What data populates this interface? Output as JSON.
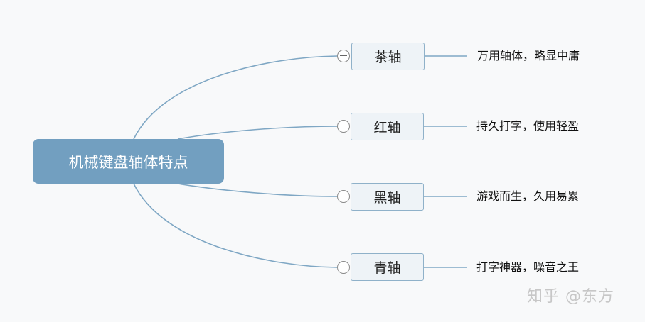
{
  "root": {
    "label": "机械键盘轴体特点"
  },
  "branches": [
    {
      "label": "茶轴",
      "note": "万用轴体，略显中庸"
    },
    {
      "label": "红轴",
      "note": "持久打字，使用轻盈"
    },
    {
      "label": "黑轴",
      "note": "游戏而生，久用易累"
    },
    {
      "label": "青轴",
      "note": "打字神器，噪音之王"
    }
  ],
  "watermark": "知乎 @东方",
  "colors": {
    "root_fill": "#729fc0",
    "branch_fill": "#eef3f7",
    "branch_border": "#8fb1c9",
    "connector": "#7fa7c4",
    "background": "#f8f9fa"
  },
  "icons": {
    "collapse_toggle": "minus-circle-icon"
  }
}
